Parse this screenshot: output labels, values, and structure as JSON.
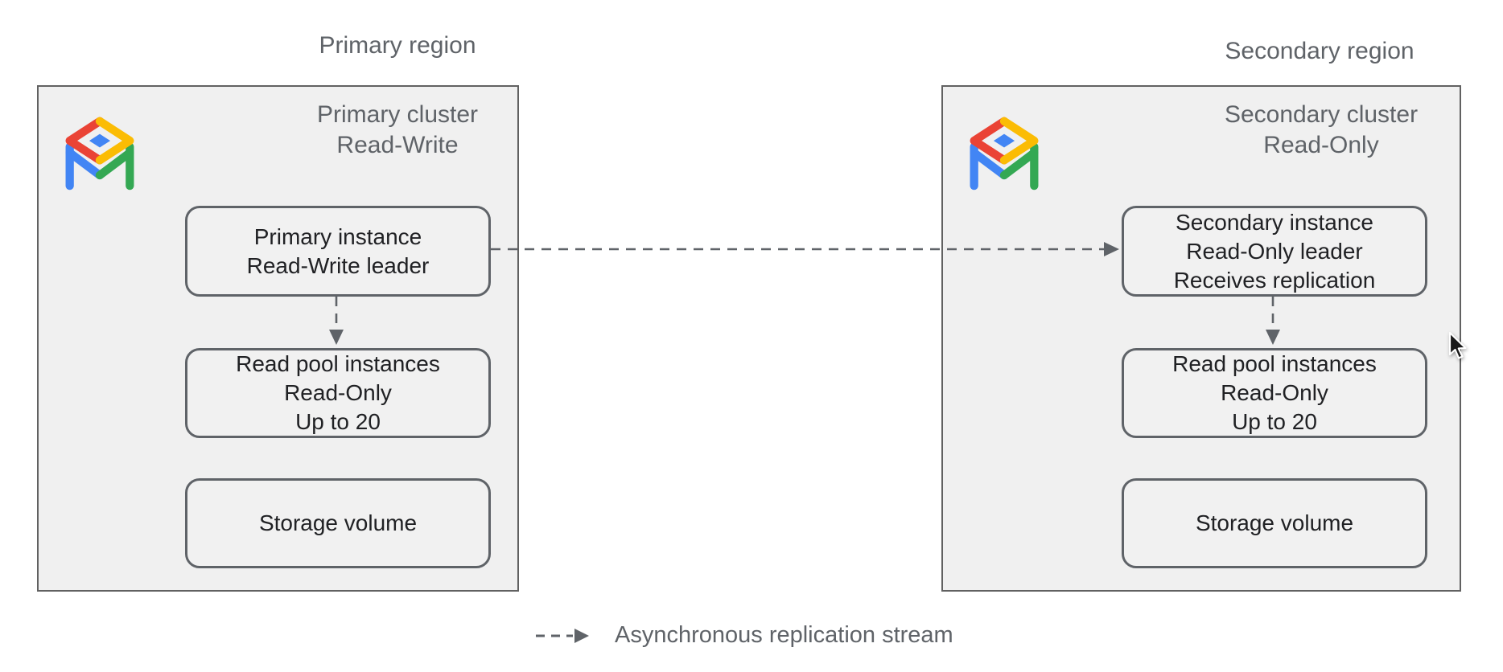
{
  "colors": {
    "region_fill": "#f0f0f0",
    "region_border": "#616161",
    "node_fill": "#f1f1f1",
    "node_border": "#5f6368",
    "arrow_gray": "#5f6368",
    "title_gray": "#5f6368",
    "node_text": "#202124",
    "logo_red": "#EA4335",
    "logo_yellow": "#FBBC04",
    "logo_green": "#34A853",
    "logo_blue": "#4285F4"
  },
  "regions": [
    {
      "region_label": "Primary region",
      "cluster_line1": "Primary cluster",
      "cluster_line2": "Read-Write",
      "nodes": [
        {
          "lines": [
            "Primary instance",
            "Read-Write leader"
          ]
        },
        {
          "lines": [
            "Read pool instances",
            "Read-Only",
            "Up to 20"
          ]
        },
        {
          "lines": [
            "Storage volume"
          ]
        }
      ]
    },
    {
      "region_label": "Secondary region",
      "cluster_line1": "Secondary cluster",
      "cluster_line2": "Read-Only",
      "nodes": [
        {
          "lines": [
            "Secondary instance",
            "Read-Only leader",
            "Receives replication"
          ]
        },
        {
          "lines": [
            "Read pool instances",
            "Read-Only",
            "Up to 20"
          ]
        },
        {
          "lines": [
            "Storage volume"
          ]
        }
      ]
    }
  ],
  "legend": {
    "label": "Asynchronous replication stream"
  },
  "icons": {
    "cluster_logo": "alloydb-table-icon",
    "pointer": "mouse-cursor-icon",
    "replication_arrow": "dashed-arrow-right",
    "downlink_arrow": "dashed-arrow-down"
  }
}
